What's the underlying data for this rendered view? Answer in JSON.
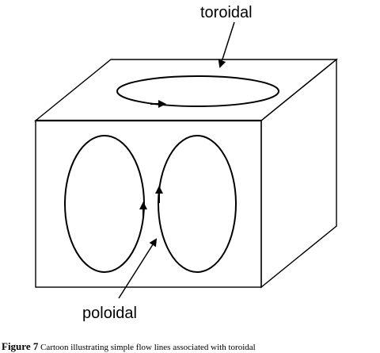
{
  "diagram": {
    "labels": {
      "toroidal": "toroidal",
      "poloidal": "poloidal"
    },
    "colors": {
      "stroke": "#000000",
      "background": "#ffffff"
    }
  },
  "caption": {
    "label": "Figure 7",
    "text": "Cartoon illustrating simple flow lines associated with toroidal"
  }
}
